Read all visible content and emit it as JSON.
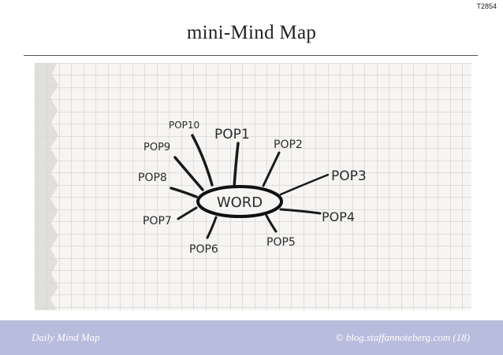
{
  "slide_code": "T2854",
  "title": "mini-Mind Map",
  "mind_map": {
    "center": "WORD",
    "branches": [
      "POP1",
      "POP2",
      "POP3",
      "POP4",
      "POP5",
      "POP6",
      "POP7",
      "POP8",
      "POP9",
      "POP10"
    ]
  },
  "footer": {
    "left": "Daily Mind Map",
    "right": "© blog.staffannoteberg.com (18)"
  },
  "colors": {
    "footer_bar": "#b8bcdd",
    "grid_line": "#c9c9c9",
    "paper": "#f6f5f3",
    "ink": "#2a2a2a"
  }
}
